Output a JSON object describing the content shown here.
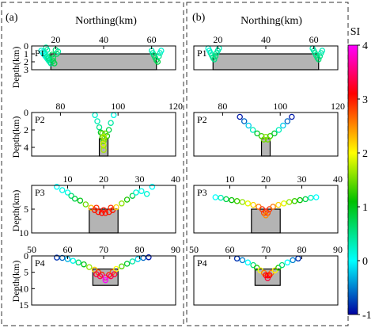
{
  "figure": {
    "colorbar": {
      "label": "SI",
      "min": -1,
      "max": 4,
      "ticks": [
        "4",
        "3",
        "2",
        "1",
        "0",
        "-1"
      ],
      "colors": [
        "#ff00ff",
        "#ff0000",
        "#ffff00",
        "#00c000",
        "#00ffff",
        "#0000a0"
      ]
    },
    "x_axis_label": "Northing(km)",
    "y_axis_label": "Depth(km)",
    "column_labels": [
      "(a)",
      "(b)"
    ],
    "rect_fill": "#b4b4b4"
  },
  "chart_data": [
    {
      "type": "scatter",
      "panel": "P1",
      "column": "(a)",
      "xlim": [
        10,
        70
      ],
      "ylim": [
        0,
        3
      ],
      "y_inverted": true,
      "xticks": [
        "20",
        "40",
        "60"
      ],
      "yticks": [
        "0",
        "1",
        "2",
        "3"
      ],
      "body": {
        "x": [
          18,
          62
        ],
        "y": [
          1,
          3
        ]
      },
      "points": [
        [
          14,
          0.6,
          0.2
        ],
        [
          14.5,
          0.8,
          0.1
        ],
        [
          15,
          1.0,
          0.1
        ],
        [
          15.5,
          1.2,
          0.1
        ],
        [
          16,
          1.4,
          0.2
        ],
        [
          16.5,
          1.6,
          0.2
        ],
        [
          17,
          1.8,
          0.3
        ],
        [
          17.5,
          2.0,
          0.3
        ],
        [
          18,
          2.2,
          0.4
        ],
        [
          16,
          0.2,
          0.4
        ],
        [
          16.5,
          0.5,
          0.4
        ],
        [
          15.5,
          0.9,
          0.3
        ],
        [
          16.5,
          1.3,
          0.4
        ],
        [
          17,
          1.55,
          0.5
        ],
        [
          17.5,
          1.75,
          0.5
        ],
        [
          18.5,
          1.1,
          0.7
        ],
        [
          19,
          1.5,
          0.7
        ],
        [
          19,
          1.9,
          0.8
        ],
        [
          19.5,
          2.2,
          0.8
        ],
        [
          20,
          0.5,
          0.6
        ],
        [
          20.5,
          1.0,
          0.7
        ],
        [
          21,
          0.7,
          0.4
        ],
        [
          60,
          0.6,
          0.3
        ],
        [
          60.5,
          0.9,
          0.4
        ],
        [
          61,
          1.2,
          0.6
        ],
        [
          61.5,
          1.5,
          0.7
        ],
        [
          62,
          1.8,
          0.7
        ],
        [
          62.5,
          2.0,
          0.8
        ],
        [
          63,
          1.3,
          0.5
        ],
        [
          63.5,
          0.9,
          0.3
        ],
        [
          64,
          0.6,
          0.2
        ]
      ]
    },
    {
      "type": "scatter",
      "panel": "P2",
      "column": "(a)",
      "xlim": [
        70,
        120
      ],
      "ylim": [
        0,
        5
      ],
      "y_inverted": true,
      "xticks": [
        "80",
        "100",
        "120"
      ],
      "yticks": [
        "0",
        "2",
        "4"
      ],
      "body": {
        "x": [
          93.5,
          96.5
        ],
        "y": [
          3,
          5
        ]
      },
      "points": [
        [
          92,
          0.3,
          0.2
        ],
        [
          92.8,
          1.0,
          0.3
        ],
        [
          93.5,
          1.7,
          0.5
        ],
        [
          94,
          2.3,
          0.9
        ],
        [
          94.5,
          2.9,
          1.3
        ],
        [
          95,
          3.3,
          1.4
        ],
        [
          95,
          3.8,
          1.6
        ],
        [
          95,
          4.3,
          1.7
        ],
        [
          96.2,
          2.7,
          1.2
        ],
        [
          96.8,
          2.0,
          0.8
        ],
        [
          97.5,
          1.2,
          0.4
        ],
        [
          98.5,
          0.3,
          0.1
        ],
        [
          94.5,
          2.4,
          1.4
        ],
        [
          95.5,
          2.4,
          1.5
        ],
        [
          95,
          2.8,
          1.8
        ],
        [
          94.8,
          3.6,
          1.9
        ],
        [
          95.3,
          3.0,
          1.6
        ]
      ]
    },
    {
      "type": "scatter",
      "panel": "P3",
      "column": "(a)",
      "xlim": [
        0,
        40
      ],
      "ylim": [
        0,
        10
      ],
      "y_inverted": true,
      "xticks": [
        "10",
        "20",
        "30",
        "40"
      ],
      "yticks": [
        "5",
        "10"
      ],
      "body": {
        "x": [
          16,
          24
        ],
        "y": [
          5,
          10
        ]
      },
      "points": [
        [
          7,
          0.3,
          0.0
        ],
        [
          8.5,
          1.0,
          0.1
        ],
        [
          10,
          1.5,
          0.1
        ],
        [
          11,
          2.2,
          0.6
        ],
        [
          12,
          2.8,
          0.8
        ],
        [
          13.5,
          3.2,
          1.0
        ],
        [
          15,
          4.0,
          1.5
        ],
        [
          16.5,
          4.7,
          2.3
        ],
        [
          17.5,
          5.2,
          3.0
        ],
        [
          18.5,
          5.6,
          3.0
        ],
        [
          19.5,
          5.8,
          3.1
        ],
        [
          20.5,
          5.8,
          3.0
        ],
        [
          21.5,
          5.6,
          3.0
        ],
        [
          22.5,
          5.2,
          3.0
        ],
        [
          23.5,
          4.6,
          2.2
        ],
        [
          25,
          3.8,
          1.6
        ],
        [
          26.5,
          3.0,
          1.2
        ],
        [
          28,
          2.2,
          0.8
        ],
        [
          29,
          1.5,
          0.2
        ],
        [
          30.5,
          1.2,
          0.1
        ],
        [
          32,
          1.8,
          0.2
        ],
        [
          33.5,
          0.3,
          0.0
        ],
        [
          18,
          4.7,
          2.9
        ],
        [
          22,
          4.7,
          2.9
        ],
        [
          20,
          5.2,
          3.0
        ]
      ]
    },
    {
      "type": "scatter",
      "panel": "P4",
      "column": "(a)",
      "xlim": [
        50,
        90
      ],
      "ylim": [
        0,
        15
      ],
      "y_inverted": true,
      "xticks": [
        "50",
        "60",
        "70",
        "80",
        "90"
      ],
      "yticks": [
        "0",
        "5",
        "10",
        "15"
      ],
      "body": {
        "x": [
          67,
          74
        ],
        "y": [
          4,
          9
        ]
      },
      "points": [
        [
          57,
          0.5,
          -0.8
        ],
        [
          58.5,
          0.6,
          -0.6
        ],
        [
          60,
          1.0,
          -0.3
        ],
        [
          61.5,
          1.5,
          0.1
        ],
        [
          63,
          2.0,
          0.6
        ],
        [
          64.5,
          2.6,
          1.0
        ],
        [
          66,
          3.4,
          1.6
        ],
        [
          67.5,
          4.2,
          2.2
        ],
        [
          68.5,
          5.0,
          2.8
        ],
        [
          69.5,
          5.7,
          3.0
        ],
        [
          70.5,
          6.6,
          3.7
        ],
        [
          71.5,
          5.8,
          3.0
        ],
        [
          72.5,
          4.9,
          2.7
        ],
        [
          73.5,
          4.0,
          2.0
        ],
        [
          75,
          3.2,
          1.4
        ],
        [
          76.5,
          2.4,
          0.9
        ],
        [
          78,
          1.7,
          0.4
        ],
        [
          79.5,
          1.0,
          -0.2
        ],
        [
          81,
          0.6,
          -0.6
        ],
        [
          82.5,
          0.4,
          -0.9
        ],
        [
          69,
          6.2,
          3.4
        ],
        [
          72,
          6.2,
          3.4
        ],
        [
          70.5,
          7.4,
          4.0
        ],
        [
          68,
          5.6,
          3.3
        ],
        [
          73,
          5.6,
          3.3
        ]
      ]
    },
    {
      "type": "scatter",
      "panel": "P1",
      "column": "(b)",
      "xlim": [
        10,
        70
      ],
      "ylim": [
        0,
        3
      ],
      "y_inverted": true,
      "xticks": [
        "20",
        "40",
        "60"
      ],
      "yticks": [],
      "body": {
        "x": [
          18,
          62
        ],
        "y": [
          1,
          3
        ]
      },
      "points": [
        [
          16,
          0.3,
          0.2
        ],
        [
          16.5,
          0.6,
          0.2
        ],
        [
          17,
          0.9,
          0.3
        ],
        [
          17.5,
          1.2,
          0.4
        ],
        [
          18,
          1.5,
          0.5
        ],
        [
          18.5,
          1.7,
          0.5
        ],
        [
          19,
          1.3,
          0.6
        ],
        [
          19.5,
          0.9,
          0.5
        ],
        [
          20,
          0.6,
          0.4
        ],
        [
          20.5,
          0.3,
          0.3
        ],
        [
          59.5,
          0.3,
          0.3
        ],
        [
          60,
          0.6,
          0.4
        ],
        [
          60.5,
          0.9,
          0.5
        ],
        [
          61,
          1.2,
          0.5
        ],
        [
          61.5,
          1.5,
          0.6
        ],
        [
          62,
          1.7,
          0.6
        ],
        [
          62.5,
          1.3,
          0.5
        ],
        [
          63,
          0.9,
          0.4
        ],
        [
          63.5,
          0.6,
          0.3
        ]
      ]
    },
    {
      "type": "scatter",
      "panel": "P2",
      "column": "(b)",
      "xlim": [
        70,
        120
      ],
      "ylim": [
        0,
        5
      ],
      "y_inverted": true,
      "xticks": [
        "80",
        "100",
        "120"
      ],
      "yticks": [],
      "body": {
        "x": [
          93.5,
          96.5
        ],
        "y": [
          3,
          5
        ]
      },
      "points": [
        [
          86,
          0.5,
          -0.9
        ],
        [
          87.5,
          1.0,
          -0.6
        ],
        [
          89,
          1.5,
          -0.2
        ],
        [
          90.5,
          2.0,
          0.3
        ],
        [
          92,
          2.4,
          0.9
        ],
        [
          93.5,
          2.7,
          1.3
        ],
        [
          95,
          2.8,
          1.6
        ],
        [
          96.5,
          2.7,
          1.3
        ],
        [
          98,
          2.4,
          0.9
        ],
        [
          99.5,
          2.0,
          0.3
        ],
        [
          101,
          1.5,
          -0.2
        ],
        [
          102.5,
          1.0,
          -0.6
        ],
        [
          104,
          0.5,
          -0.9
        ],
        [
          94.3,
          3.1,
          1.5
        ],
        [
          95.7,
          3.1,
          1.5
        ]
      ]
    },
    {
      "type": "scatter",
      "panel": "P3",
      "column": "(b)",
      "xlim": [
        0,
        40
      ],
      "ylim": [
        0,
        10
      ],
      "y_inverted": true,
      "xticks": [
        "10",
        "20",
        "30",
        "40"
      ],
      "yticks": [],
      "body": {
        "x": [
          16,
          24
        ],
        "y": [
          5,
          10
        ]
      },
      "points": [
        [
          6,
          2.5,
          0.0
        ],
        [
          7.5,
          2.6,
          0.3
        ],
        [
          9,
          2.9,
          0.8
        ],
        [
          10.5,
          3.1,
          1.1
        ],
        [
          12,
          3.3,
          1.3
        ],
        [
          13.5,
          3.5,
          1.6
        ],
        [
          15,
          3.8,
          1.9
        ],
        [
          16.5,
          4.1,
          2.2
        ],
        [
          18,
          4.5,
          2.6
        ],
        [
          19,
          5.0,
          2.9
        ],
        [
          20,
          5.5,
          3.0
        ],
        [
          21,
          5.0,
          2.9
        ],
        [
          22,
          4.5,
          2.6
        ],
        [
          23.5,
          4.1,
          2.2
        ],
        [
          25,
          3.8,
          1.9
        ],
        [
          26.5,
          3.5,
          1.6
        ],
        [
          28,
          3.3,
          1.3
        ],
        [
          29.5,
          3.1,
          1.1
        ],
        [
          31,
          2.9,
          0.8
        ],
        [
          32.5,
          2.6,
          0.3
        ],
        [
          34,
          2.5,
          0.0
        ],
        [
          19.5,
          5.8,
          2.8
        ],
        [
          20.5,
          5.8,
          2.8
        ],
        [
          20,
          6.3,
          2.5
        ]
      ]
    },
    {
      "type": "scatter",
      "panel": "P4",
      "column": "(b)",
      "xlim": [
        50,
        90
      ],
      "ylim": [
        0,
        15
      ],
      "y_inverted": true,
      "xticks": [
        "50",
        "60",
        "70",
        "80",
        "90"
      ],
      "yticks": [],
      "body": {
        "x": [
          67,
          74
        ],
        "y": [
          4,
          9
        ]
      },
      "points": [
        [
          62,
          0.8,
          -0.8
        ],
        [
          63.5,
          1.3,
          -0.5
        ],
        [
          65,
          2.0,
          0.0
        ],
        [
          66.5,
          2.8,
          0.6
        ],
        [
          67.5,
          3.6,
          1.2
        ],
        [
          68.5,
          4.4,
          2.0
        ],
        [
          69.5,
          5.2,
          2.6
        ],
        [
          70.5,
          6.0,
          3.0
        ],
        [
          71.5,
          5.2,
          2.6
        ],
        [
          72.5,
          4.4,
          2.0
        ],
        [
          73.5,
          3.6,
          1.2
        ],
        [
          74.5,
          2.8,
          0.6
        ],
        [
          76,
          2.0,
          0.0
        ],
        [
          77.5,
          1.3,
          -0.5
        ],
        [
          79,
          0.8,
          -0.8
        ],
        [
          70.5,
          6.8,
          3.3
        ],
        [
          70,
          5.9,
          3.1
        ],
        [
          71,
          5.9,
          3.1
        ]
      ]
    }
  ]
}
